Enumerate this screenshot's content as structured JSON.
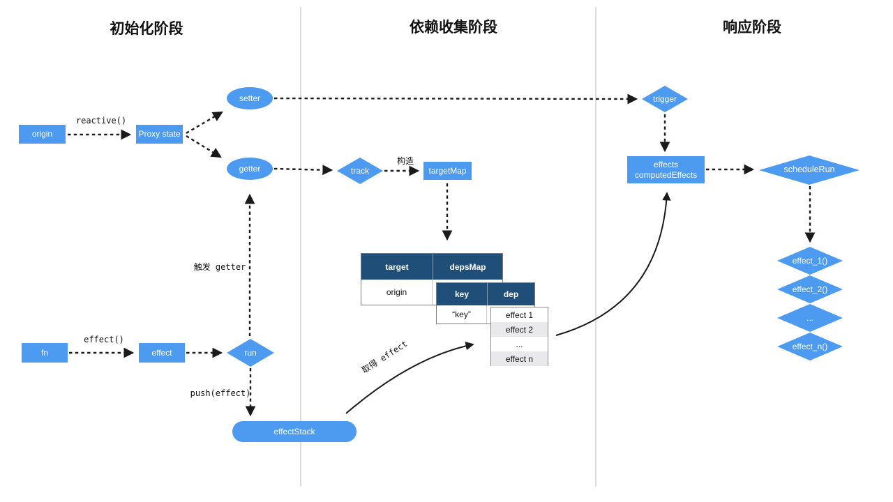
{
  "phases": {
    "init": "初始化阶段",
    "collect": "依赖收集阶段",
    "respond": "响应阶段"
  },
  "colors": {
    "node_blue": "#4C9BF0",
    "table_header_navy": "#1F4E79",
    "alt_row_gray": "#E9E9EB",
    "arrow_black": "#1a1a1a",
    "divider_gray": "#dcdcdc"
  },
  "init_phase": {
    "origin": "origin",
    "proxy_state": "Proxy state",
    "setter": "setter",
    "getter": "getter",
    "fn": "fn",
    "effect": "effect",
    "run": "run",
    "effect_stack": "effectStack",
    "labels": {
      "reactive_call": "reactive()",
      "effect_call": "effect()",
      "push_effect": "push(effect)",
      "trigger_getter": "触发 getter"
    }
  },
  "collect_phase": {
    "track": "track",
    "target_map": "targetMap",
    "labels": {
      "construct": "构造",
      "get_effect": "取得 effect"
    },
    "tables": {
      "deps_map": {
        "headers": [
          "target",
          "depsMap"
        ],
        "rows": [
          [
            "origin",
            ""
          ]
        ]
      },
      "key_dep": {
        "headers": [
          "key",
          "dep"
        ],
        "rows": [
          [
            "“key”",
            ""
          ]
        ]
      },
      "effect_list": {
        "rows": [
          "effect 1",
          "effect 2",
          "...",
          "effect n"
        ]
      }
    }
  },
  "respond_phase": {
    "trigger": "trigger",
    "effects_line1": "effects",
    "effects_line2": "computedEffects",
    "schedule_run": "scheduleRun",
    "effect_items": [
      "effect_1()",
      "effect_2()",
      "...",
      "effect_n()"
    ]
  }
}
